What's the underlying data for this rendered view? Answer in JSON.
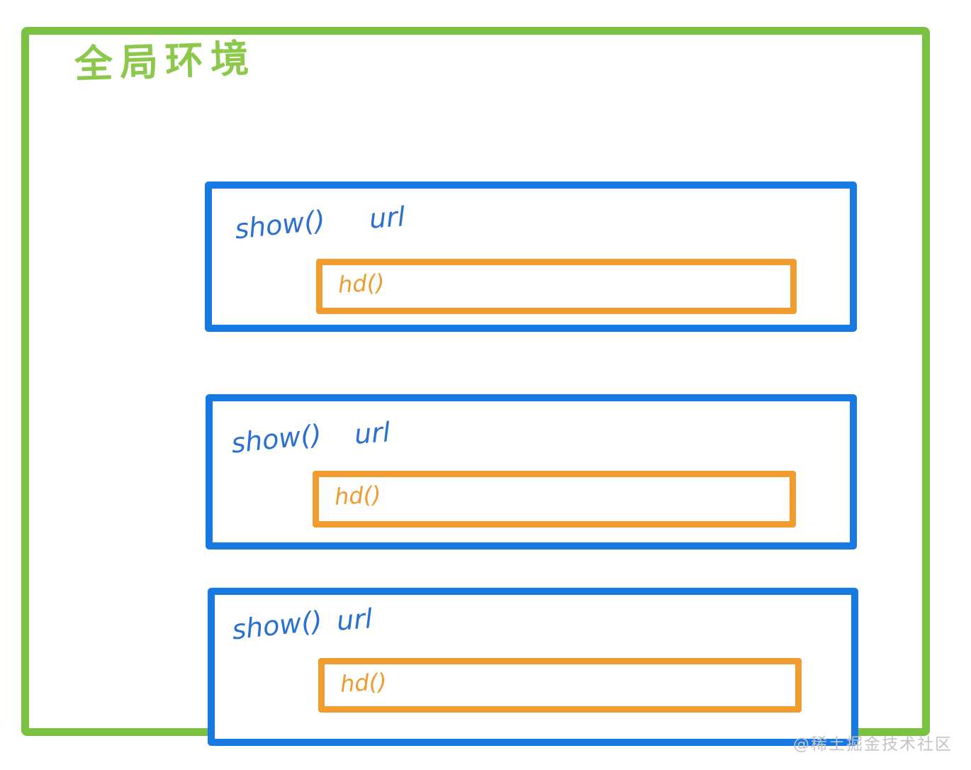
{
  "title": "全局环境",
  "watermark": "@稀土掘金技术社区",
  "colors": {
    "global_box_green": "#7cc242",
    "context_box_blue": "#1779e2",
    "inner_box_orange": "#f09c2e",
    "blue_text": "#2a6fd4",
    "orange_text": "#ef9b30",
    "watermark_gray": "#c4c4c4"
  },
  "contexts": [
    {
      "function_label": "show()",
      "param_label": "url",
      "inner_label": "hd()"
    },
    {
      "function_label": "show()",
      "param_label": "url",
      "inner_label": "hd()"
    },
    {
      "function_label": "show()",
      "param_label": "url",
      "inner_label": "hd()"
    }
  ]
}
